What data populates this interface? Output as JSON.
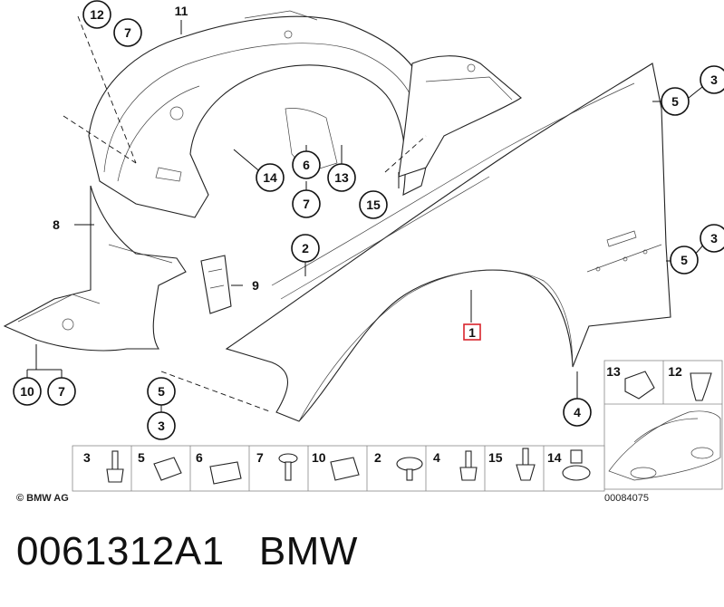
{
  "callouts": {
    "p1": "1",
    "p2": "2",
    "p3a": "3",
    "p3b": "3",
    "p3c": "3",
    "p4": "4",
    "p5a": "5",
    "p5b": "5",
    "p5c": "5",
    "p6": "6",
    "p7a": "7",
    "p7b": "7",
    "p7c": "7",
    "p8": "8",
    "p9": "9",
    "p10": "10",
    "p11": "11",
    "p12": "12",
    "p13": "13",
    "p14": "14",
    "p15": "15"
  },
  "inset_labels": {
    "a": "13",
    "b": "12"
  },
  "hardware_strip": [
    "3",
    "5",
    "6",
    "7",
    "10",
    "2",
    "4",
    "15",
    "14"
  ],
  "copyright": "© BMW AG",
  "drawing_number": "00084075",
  "footer": {
    "part_number": "0061312A1",
    "brand": "BMW"
  }
}
